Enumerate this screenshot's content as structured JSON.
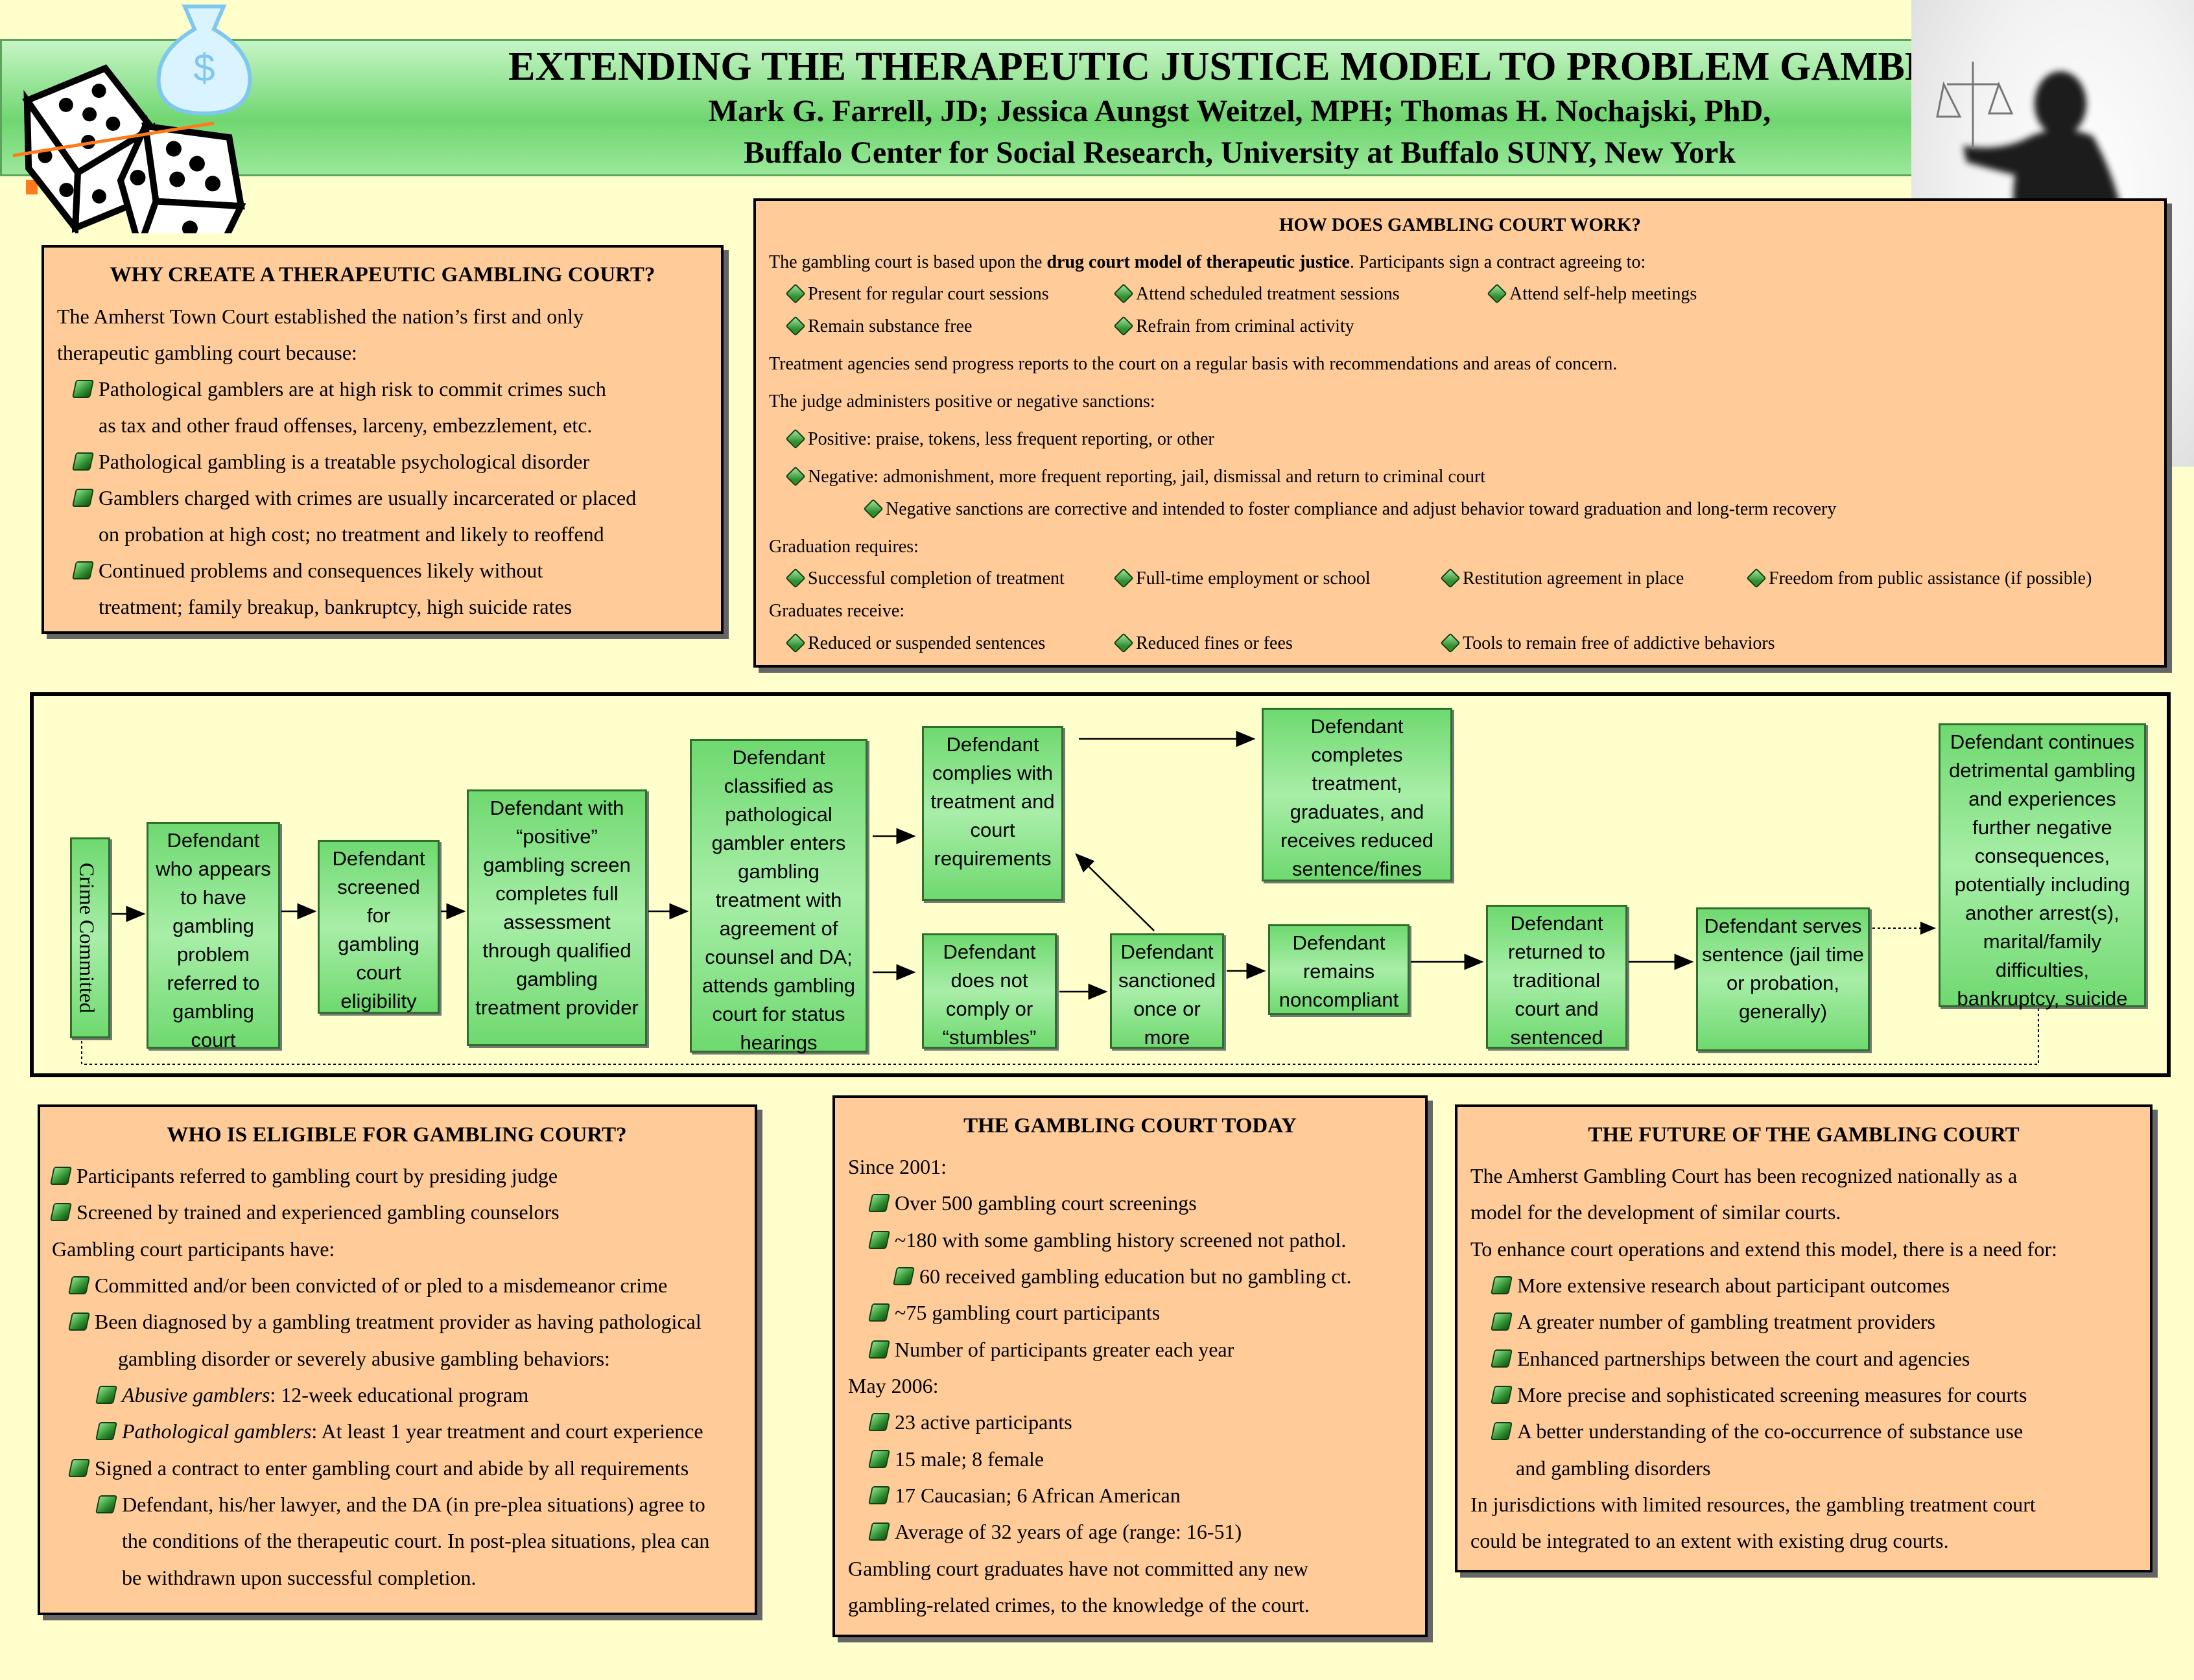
{
  "header": {
    "title": "EXTENDING THE THERAPEUTIC JUSTICE MODEL TO PROBLEM GAMBLERS",
    "authors": "Mark G. Farrell, JD; Jessica Aungst Weitzel, MPH; Thomas H. Nochajski, PhD,",
    "affiliation": "Buffalo Center for Social Research, University at Buffalo SUNY, New York"
  },
  "icons": [
    "dice-icon",
    "money-bag-icon",
    "judge-silhouette-icon",
    "bullet-icon"
  ],
  "colors": {
    "panel": "#ffcc99",
    "background": "#ffffcc",
    "node_green": "#6fd96f",
    "header_green": "#70d670"
  },
  "why": {
    "title": "WHY CREATE A THERAPEUTIC GAMBLING COURT?",
    "intro1": "The Amherst Town Court established the nation’s first and only",
    "intro2": "therapeutic gambling court because:",
    "b1a": "Pathological gamblers are at high risk to commit crimes such",
    "b1b": "as tax and other fraud offenses, larceny, embezzlement, etc.",
    "b2": "Pathological gambling is a treatable psychological disorder",
    "b3a": "Gamblers charged with crimes are usually incarcerated or placed",
    "b3b": "on probation at high cost; no treatment and likely to reoffend",
    "b4a": "Continued problems and consequences likely without",
    "b4b": "treatment; family breakup, bankruptcy, high suicide rates"
  },
  "how": {
    "title": "HOW DOES GAMBLING COURT WORK?",
    "intro_pre": "The gambling court is based upon the ",
    "intro_bold": "drug court model of therapeutic justice",
    "intro_post": ". Participants sign a contract agreeing to:",
    "c1": "Present for regular court sessions",
    "c2": "Attend scheduled treatment sessions",
    "c3": "Attend self-help meetings",
    "c4": "Remain substance free",
    "c5": "Refrain from criminal activity",
    "reports": "Treatment agencies send progress reports to the court on a regular basis with recommendations and areas of concern.",
    "judge": "The judge administers positive or negative sanctions:",
    "positive": "Positive: praise, tokens, less frequent reporting, or other",
    "negative": "Negative: admonishment, more frequent reporting, jail, dismissal and return to criminal court",
    "negative_note": "Negative sanctions are corrective and intended to foster compliance and adjust behavior toward graduation and long-term recovery",
    "grad_req": "Graduation requires:",
    "g1": "Successful completion of treatment",
    "g2": "Full-time employment or school",
    "g3": "Restitution agreement in place",
    "g4": "Freedom from public assistance (if possible)",
    "grad_recv": "Graduates receive:",
    "r1": "Reduced or suspended sentences",
    "r2": "Reduced fines or fees",
    "r3": "Tools to remain free of addictive behaviors"
  },
  "flow": {
    "n0": "Crime Committed",
    "n1": "Defendant who appears to have gambling problem referred to gambling court",
    "n2": "Defendant screened for gambling court eligibility",
    "n3": "Defendant with “positive” gambling screen completes full assessment through qualified gambling treatment provider",
    "n4": "Defendant classified as pathological gambler enters gambling treatment with agreement of counsel and DA; attends gambling court for status hearings",
    "n5": "Defendant complies with treatment and court requirements",
    "n6": "Defendant completes treatment, graduates, and receives reduced sentence/fines",
    "n7": "Defendant does not comply or “stumbles”",
    "n8": "Defendant sanctioned once or more",
    "n9": "Defendant remains noncompliant",
    "n10": "Defendant returned to traditional court and sentenced",
    "n11": "Defendant serves sentence (jail time or probation, generally)",
    "n12": "Defendant continues detrimental gambling and experiences further negative consequences, potentially including another arrest(s), marital/family difficulties, bankruptcy, suicide"
  },
  "eligible": {
    "title": "WHO IS ELIGIBLE FOR GAMBLING COURT?",
    "l1": "Participants referred to gambling court by presiding judge",
    "l2": "Screened by trained and experienced gambling counselors",
    "l3": "Gambling court participants have:",
    "l4": "Committed and/or been convicted of or pled to a misdemeanor crime",
    "l5a": "Been diagnosed by a gambling treatment provider as having pathological",
    "l5b": "gambling disorder or severely abusive gambling behaviors:",
    "l6_em": "Abusive gamblers",
    "l6": ": 12-week educational program",
    "l7_em": "Pathological gamblers",
    "l7": ": At least 1 year treatment and court experience",
    "l8": "Signed a contract to enter gambling court and abide by all requirements",
    "l9a": "Defendant, his/her lawyer, and the DA (in pre-plea situations) agree to",
    "l9b": "the conditions of the therapeutic court. In post-plea situations, plea can",
    "l9c": "be withdrawn upon successful completion."
  },
  "today": {
    "title": "THE GAMBLING COURT TODAY",
    "since": "Since 2001:",
    "s1": "Over 500 gambling court screenings",
    "s2": "~180 with some gambling history screened not pathol.",
    "s3": "60 received gambling education but no gambling ct.",
    "s4": "~75 gambling court participants",
    "s5": "Number of participants greater each year",
    "may": "May 2006:",
    "m1": "23 active participants",
    "m2": "15 male; 8 female",
    "m3": "17 Caucasian; 6 African American",
    "m4": "Average of 32 years of age (range: 16-51)",
    "end1": "Gambling court graduates have not committed any new",
    "end2": "gambling-related crimes, to the knowledge of the court."
  },
  "future": {
    "title": "THE FUTURE OF THE GAMBLING COURT",
    "p1a": "The Amherst Gambling Court has been recognized nationally as a",
    "p1b": "model for the development of similar courts.",
    "p2": "To enhance court operations and extend this model, there is a need for:",
    "f1": "More extensive research about participant outcomes",
    "f2": "A greater number of gambling treatment providers",
    "f3": "Enhanced partnerships between the court and agencies",
    "f4": "More precise and sophisticated screening measures for courts",
    "f5a": "A better understanding of the co-occurrence of substance use",
    "f5b": "and gambling disorders",
    "p3a": "In jurisdictions with limited resources, the gambling treatment court",
    "p3b": "could be integrated to an extent with existing drug courts."
  }
}
